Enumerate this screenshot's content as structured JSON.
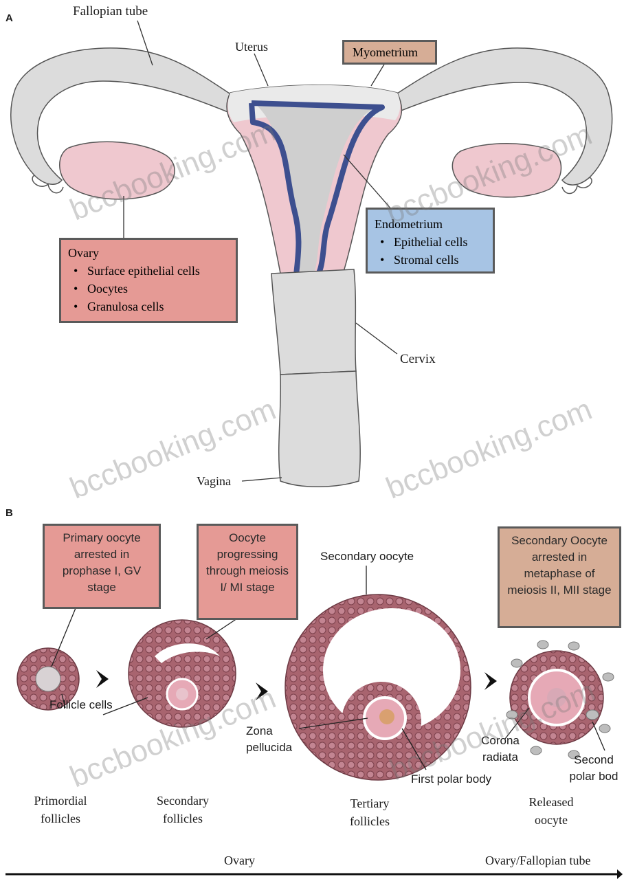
{
  "panel_a": {
    "letter": "A",
    "labels": {
      "fallopian_tube": "Fallopian tube",
      "uterus": "Uterus",
      "cervix": "Cervix",
      "vagina": "Vagina"
    },
    "myometrium_box": {
      "title": "Myometrium"
    },
    "ovary_box": {
      "title": "Ovary",
      "items": [
        "Surface epithelial cells",
        "Oocytes",
        "Granulosa cells"
      ]
    },
    "endometrium_box": {
      "title": "Endometrium",
      "items": [
        "Epithelial cells",
        "Stromal cells"
      ]
    }
  },
  "panel_b": {
    "letter": "B",
    "stage_boxes": {
      "primary": "Primary oocyte arrested in prophase I, GV stage",
      "progressing": "Oocyte progressing through meiosis I/ MI stage",
      "secondary": "Secondary Oocyte arrested in metaphase of meiosis II, MII stage"
    },
    "structure_labels": {
      "secondary_oocyte": "Secondary oocyte",
      "follicle_cells": "Follicle cells",
      "zona_pellucida": "Zona pellucida",
      "first_polar_body": "First polar body",
      "corona_radiata": "Corona radiata",
      "second_polar_body": "Second polar bod"
    },
    "stage_labels": {
      "primordial": "Primordial follicles",
      "secondary": "Secondary follicles",
      "tertiary": "Tertiary follicles",
      "released": "Released oocyte"
    },
    "location_labels": {
      "ovary": "Ovary",
      "ovary_tube": "Ovary/Fallopian tube"
    }
  },
  "watermark": "bccbooking.com",
  "colors": {
    "organ_gray": "#dcdcdc",
    "organ_pink": "#efc8cf",
    "endometrium_line": "#3d4f8f",
    "cell_mauve": "#a8646f",
    "pink_box": "#e59a95",
    "blue_box": "#a7c4e4",
    "brown_box": "#d6ad96"
  }
}
